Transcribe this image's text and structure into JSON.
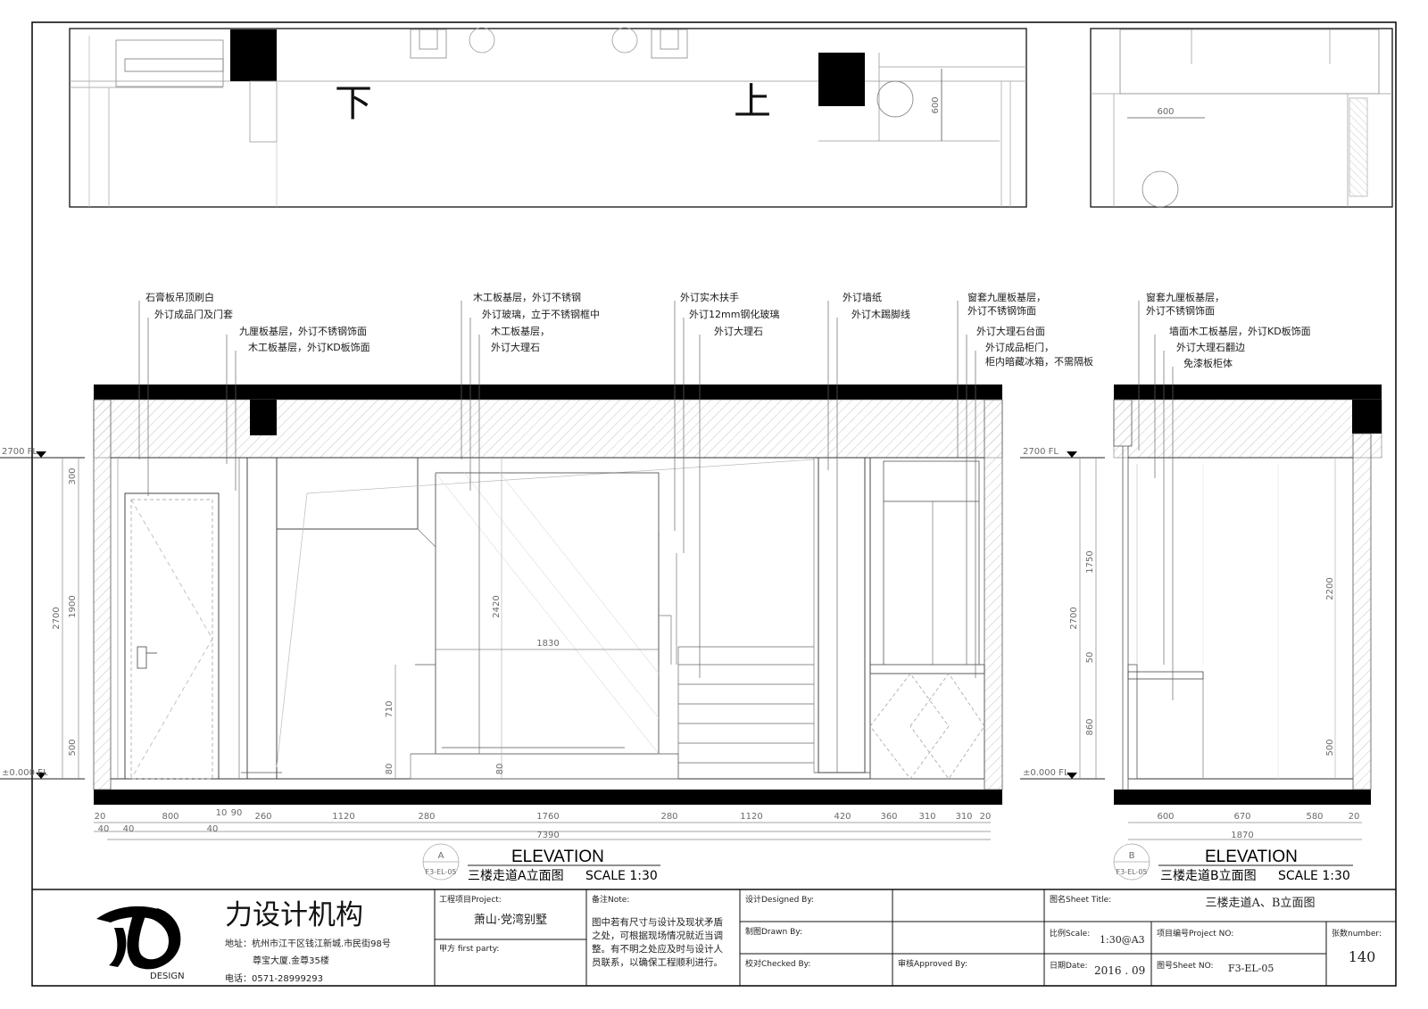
{
  "plan_labels": {
    "down": "下",
    "up": "上"
  },
  "plan_dims": {
    "a_600": "600",
    "b_600": "600"
  },
  "annotations_a": [
    "石膏板吊顶刷白",
    "外订成品门及门套",
    "九厘板基层，外订不锈钢饰面",
    "木工板基层，外订KD板饰面",
    "木工板基层，外订不锈钢",
    "外订玻璃，立于不锈钢框中",
    "木工板基层，",
    "外订大理石",
    "外订实木扶手",
    "外订12mm钢化玻璃",
    "外订大理石",
    "外订墙纸",
    "外订木踢脚线",
    "窗套九厘板基层，",
    "外订不锈钢饰面",
    "外订大理石台面",
    "外订成品柜门，",
    "柜内暗藏冰箱，不需隔板"
  ],
  "annotations_b": [
    "窗套九厘板基层，",
    "外订不锈钢饰面",
    "墙面木工板基层，外订KD板饰面",
    "外订大理石翻边",
    "免漆板柜体"
  ],
  "dims_a": {
    "bottom": [
      "20",
      "800",
      "10",
      "90",
      "260",
      "1120",
      "280",
      "1760",
      "280",
      "1120",
      "420",
      "360",
      "310",
      "310",
      "20"
    ],
    "bottom2": [
      "40",
      "40",
      "40"
    ],
    "total": "7390",
    "left": [
      "300",
      "1900",
      "2700",
      "500"
    ],
    "inner": [
      "2420",
      "1830",
      "710",
      "80",
      "80"
    ],
    "level_top": "2700 FL",
    "level_bottom": "±0.000 FL"
  },
  "dims_b": {
    "bottom": [
      "600",
      "670",
      "580",
      "20"
    ],
    "total": "1870",
    "left": [
      "1750",
      "2700",
      "50",
      "860"
    ],
    "inner": [
      "2200",
      "500"
    ],
    "level_top": "2700 FL",
    "level_bottom": "±0.000 FL"
  },
  "elev_a": {
    "heading": "ELEVATION",
    "title": "三楼走道A立面图",
    "scale": "SCALE   1:30",
    "mark": "A",
    "ref": "F3-EL-05"
  },
  "elev_b": {
    "heading": "ELEVATION",
    "title": "三楼走道B立面图",
    "scale": "SCALE   1:30",
    "mark": "B",
    "ref": "F3-EL-05"
  },
  "title_block": {
    "firm_name": "力设计机构",
    "logo_text": "DESIGN",
    "address1": "地址：杭州市江干区钱江新城.市民街98号",
    "address2": "尊宝大厦.金尊35楼",
    "phone": "电话：0571-28999293",
    "project_label": "工程项目Project:",
    "project_value": "萧山·党湾别墅",
    "party_label": "甲方 first party:",
    "note_label": "备注Note:",
    "note_lines": [
      "图中若有尺寸与设计及现状矛盾",
      "之处，可根据现场情况就近当调",
      "整。有不明之处应及时与设计人",
      "员联系，以确保工程顺利进行。"
    ],
    "designed_label": "设计Designed By:",
    "drawn_label": "制图Drawn By:",
    "checked_label": "校对Checked By:",
    "approved_label": "审核Approved By:",
    "sheet_title_label": "图名Sheet Title:",
    "sheet_title_value": "三楼走道A、B立面图",
    "scale_label": "比例Scale:",
    "scale_value": "1:30@A3",
    "project_no_label": "项目编号Project NO:",
    "sheet_count_label": "张数number:",
    "sheet_count_value": "140",
    "date_label": "日期Date:",
    "date_value": "2016 . 09",
    "sheet_no_label": "图号Sheet NO:",
    "sheet_no_value": "F3-EL-05"
  },
  "colors": {
    "line": "#1a1a1a",
    "fill": "#000000",
    "hatch": "#bdbdbd",
    "dim": "#707070"
  }
}
